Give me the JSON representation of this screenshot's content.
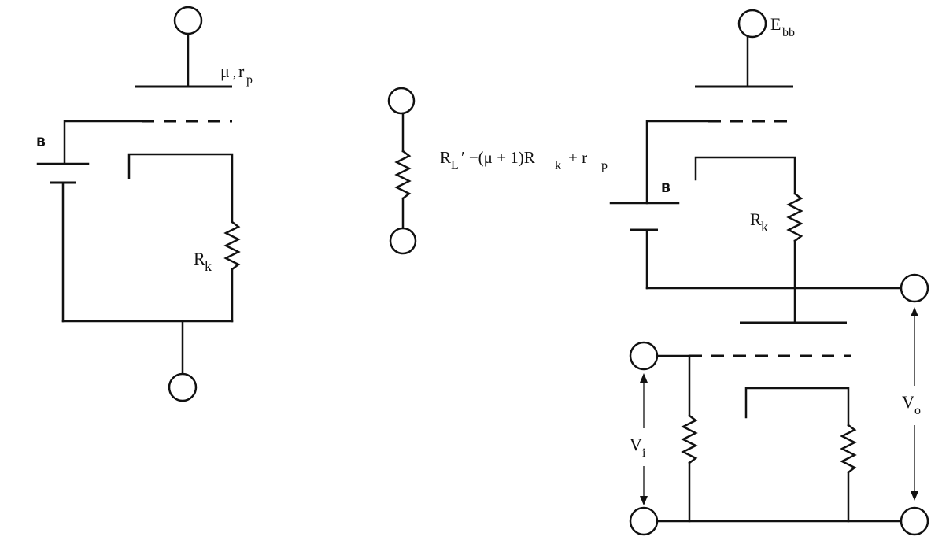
{
  "labels": {
    "mu_rp": {
      "main": "μ",
      "sep": ",",
      "r": "r",
      "p": "p"
    },
    "left_B": "B",
    "left_Rk": {
      "main": "R",
      "sub": "k"
    },
    "equiv": {
      "RL": "R",
      "L": "L",
      "rest": "′ −(μ + 1)R",
      "k": "k",
      "plus_r": "+ r",
      "p": "p"
    },
    "Ebb": {
      "main": "E",
      "sub": "bb"
    },
    "right_B": "B",
    "right_Rk": {
      "main": "R",
      "sub": "k"
    },
    "Vi": {
      "main": "V",
      "sub": "i"
    },
    "Vo": {
      "main": "V",
      "sub": "o"
    }
  }
}
